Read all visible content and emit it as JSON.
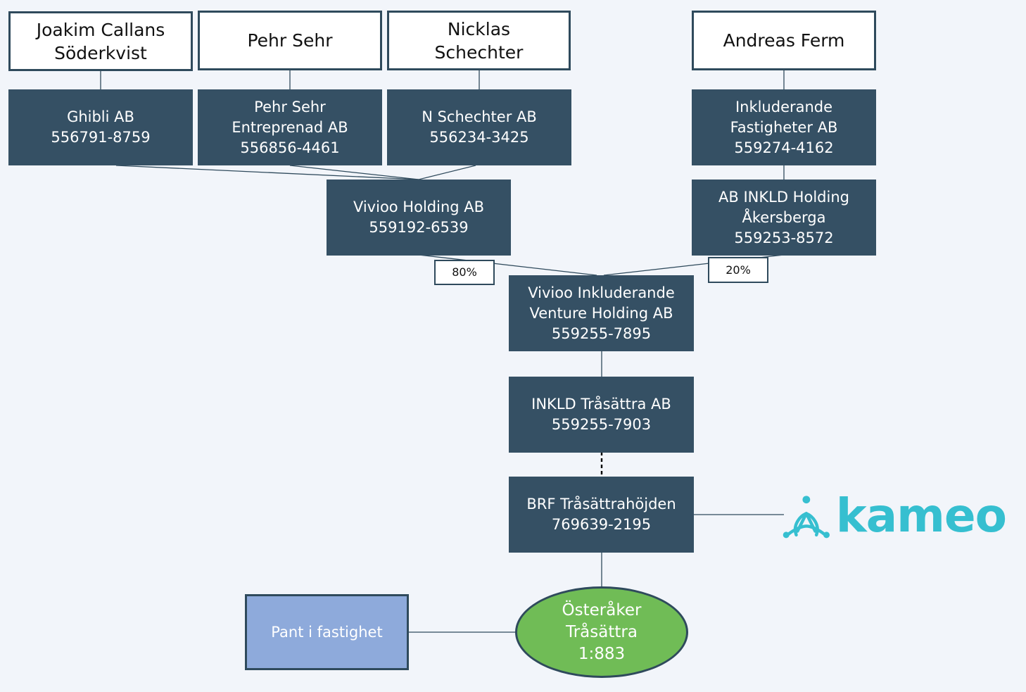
{
  "persons": {
    "joakim": [
      "Joakim Callans",
      "Söderkvist"
    ],
    "pehr": [
      "Pehr Sehr"
    ],
    "nicklas": [
      "Nicklas",
      "Schechter"
    ],
    "andreas": [
      "Andreas Ferm"
    ]
  },
  "companies": {
    "ghibli": [
      "Ghibli AB",
      "556791-8759"
    ],
    "pehr_entreprenad": [
      "Pehr Sehr",
      "Entreprenad AB",
      "556856-4461"
    ],
    "n_schechter": [
      "N Schechter AB",
      "556234-3425"
    ],
    "inkluderande_fastigheter": [
      "Inkluderande",
      "Fastigheter AB",
      "559274-4162"
    ],
    "vivioo_holding": [
      "Vivioo Holding AB",
      "559192-6539"
    ],
    "inkld_holding_akersberga": [
      "AB INKLD Holding",
      "Åkersberga",
      "559253-8572"
    ],
    "vivioo_venture": [
      "Vivioo Inkluderande",
      "Venture Holding AB",
      "559255-7895"
    ],
    "inkld_trasattra": [
      "INKLD Tråsättra AB",
      "559255-7903"
    ],
    "brf_trasattrahojden": [
      "BRF Tråsättrahöjden",
      "769639-2195"
    ]
  },
  "ownership": {
    "vivioo_holding_share": "80%",
    "inkld_holding_share": "20%"
  },
  "pledge": [
    "Pant i fastighet"
  ],
  "property": [
    "Österåker",
    "Tråsättra",
    "1:883"
  ],
  "logo": {
    "icon": "kameo-logo-icon",
    "wordmark": "kameo",
    "color": "#36bfd0"
  },
  "colors": {
    "company_fill": "#355064",
    "person_fill": "#ffffff",
    "pledge_fill": "#8eaadb",
    "property_fill": "#70bc56",
    "background": "#f2f5fa"
  }
}
